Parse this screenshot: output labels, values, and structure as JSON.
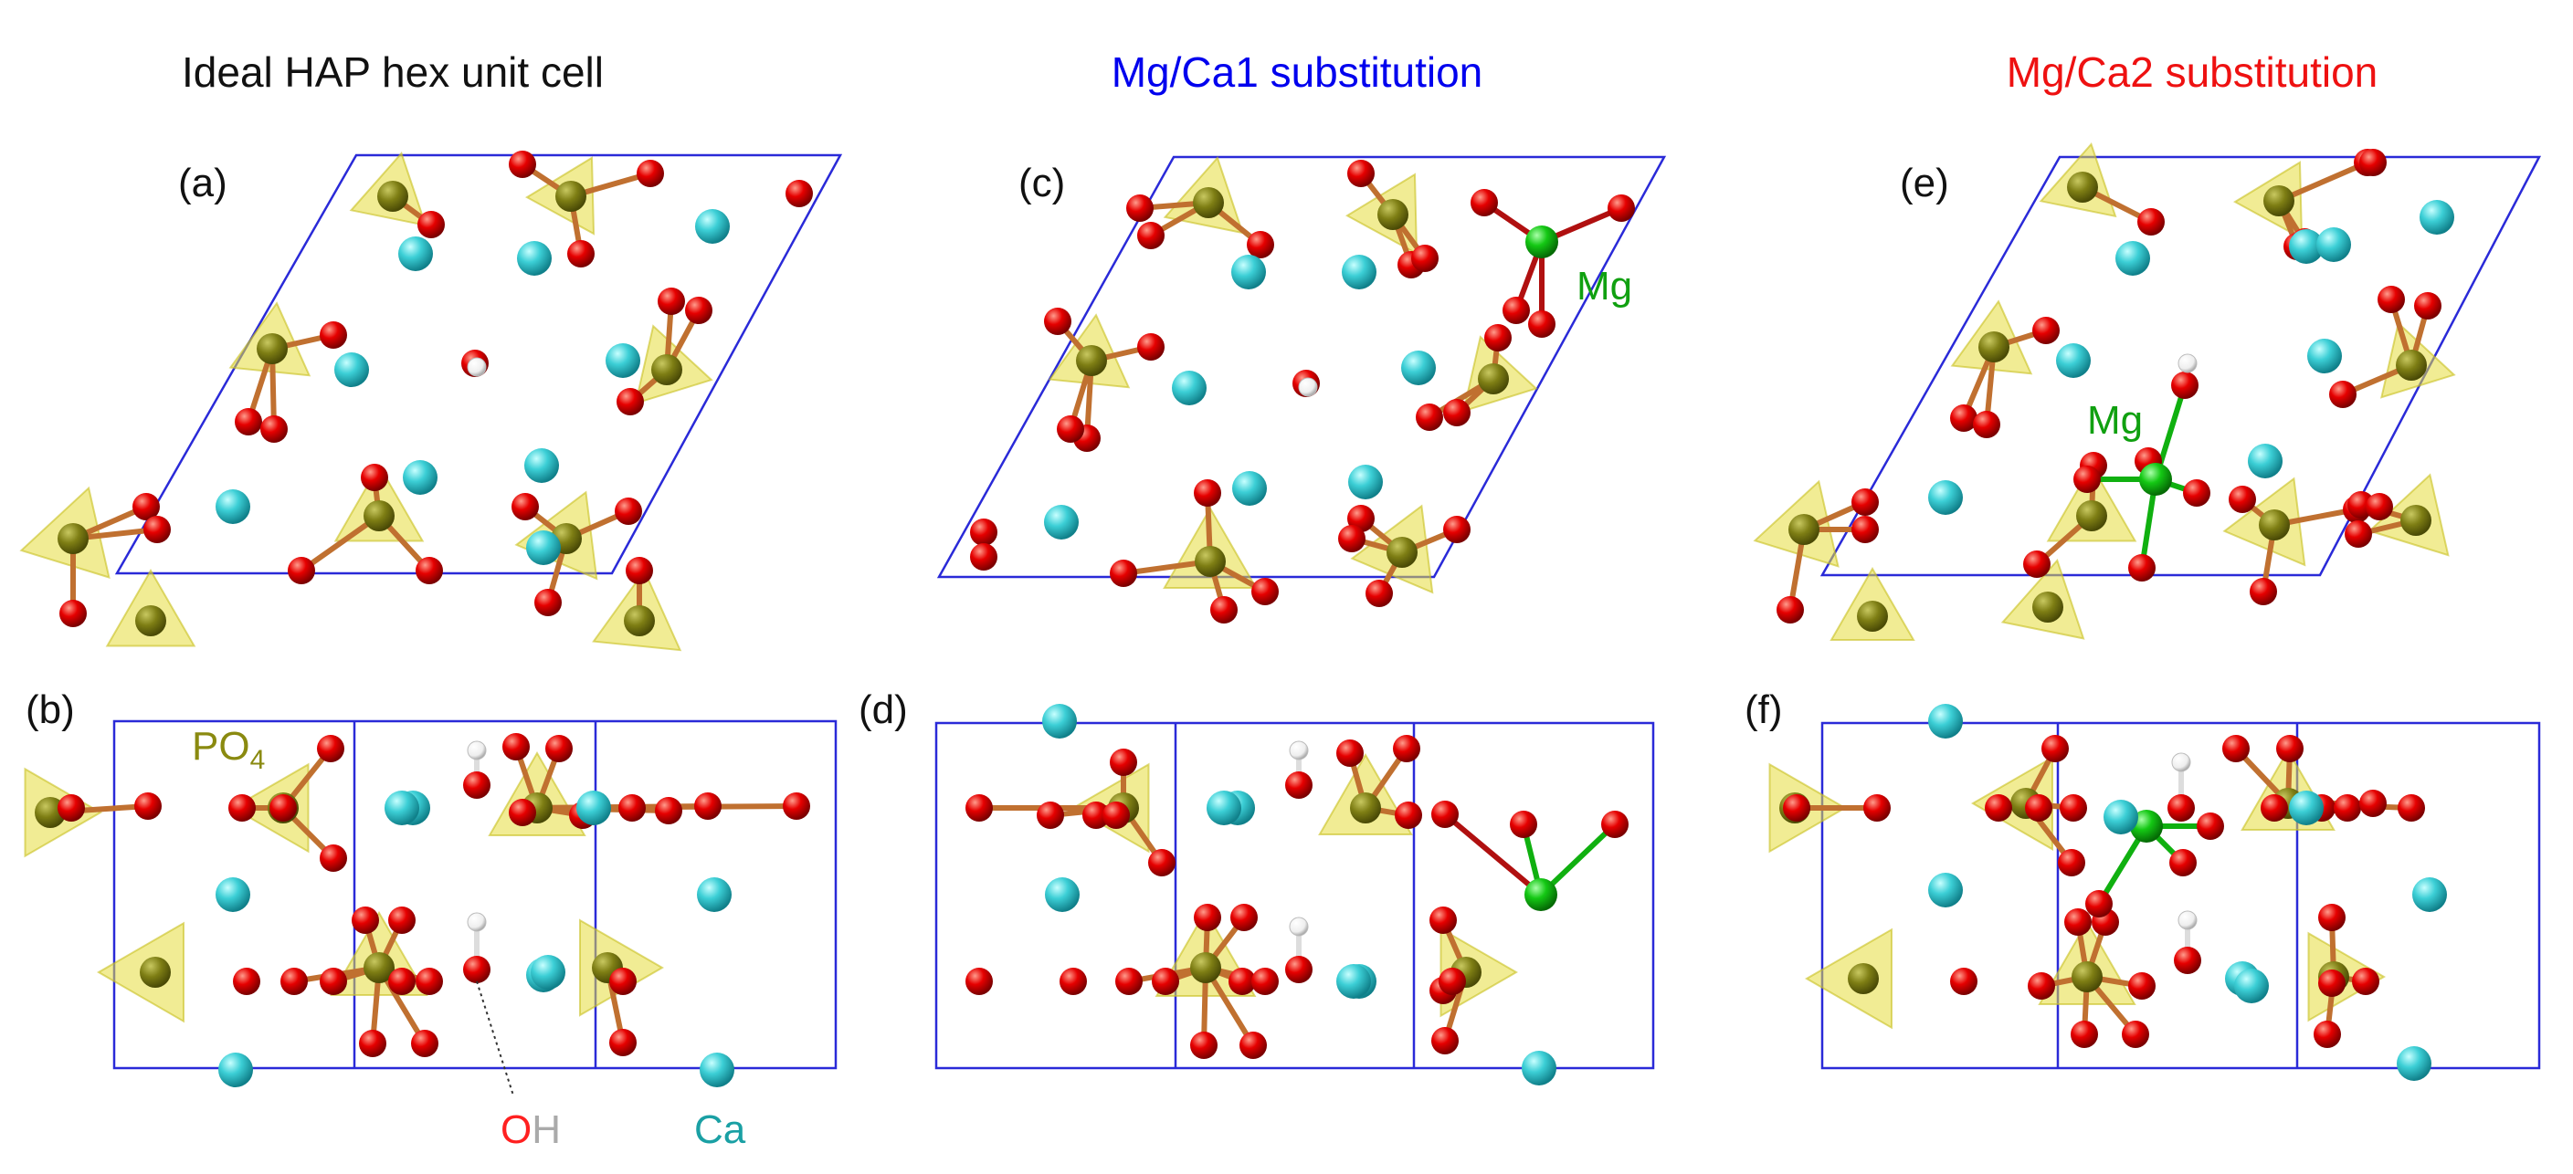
{
  "titles": {
    "ideal": "Ideal HAP hex unit cell",
    "mg_ca1": "Mg/Ca1 substitution",
    "mg_ca2": "Mg/Ca2 substitution"
  },
  "panel_labels": {
    "a": "(a)",
    "b": "(b)",
    "c": "(c)",
    "d": "(d)",
    "e": "(e)",
    "f": "(f)"
  },
  "annotations": {
    "po4_base": "PO",
    "po4_sub": "4",
    "oh_o": "O",
    "oh_h": "H",
    "ca": "Ca",
    "mg": "Mg"
  },
  "colors": {
    "title_ideal": "#111111",
    "title_mg_ca1": "#0000ee",
    "title_mg_ca2": "#ee1111",
    "cell_line": "#2a2ad8",
    "oxygen": "#e00000",
    "calcium": "#33c9cf",
    "phosphorus": "#7a7a10",
    "tetrahedron": "#e8e04a",
    "magnesium": "#10c010",
    "hydrogen": "#ffffff",
    "po4_label": "#8a8a10",
    "ca_label": "#1aa0a4",
    "mg_label": "#10a010"
  }
}
